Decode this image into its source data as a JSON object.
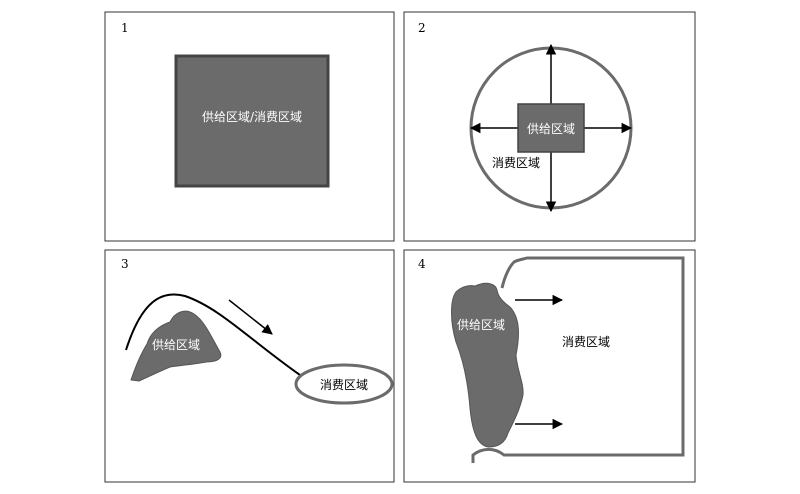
{
  "panels": [
    {
      "number": "1",
      "labels": {
        "combined": "供给区域/消费区域"
      }
    },
    {
      "number": "2",
      "labels": {
        "supply": "供给区域",
        "consumption": "消费区域"
      }
    },
    {
      "number": "3",
      "labels": {
        "supply": "供给区域",
        "consumption": "消费区域"
      }
    },
    {
      "number": "4",
      "labels": {
        "supply": "供给区域",
        "consumption": "消费区域"
      }
    }
  ],
  "colors": {
    "fill": "#6b6b6b",
    "stroke": "#444444",
    "frame": "#333333",
    "ink": "#000000"
  }
}
